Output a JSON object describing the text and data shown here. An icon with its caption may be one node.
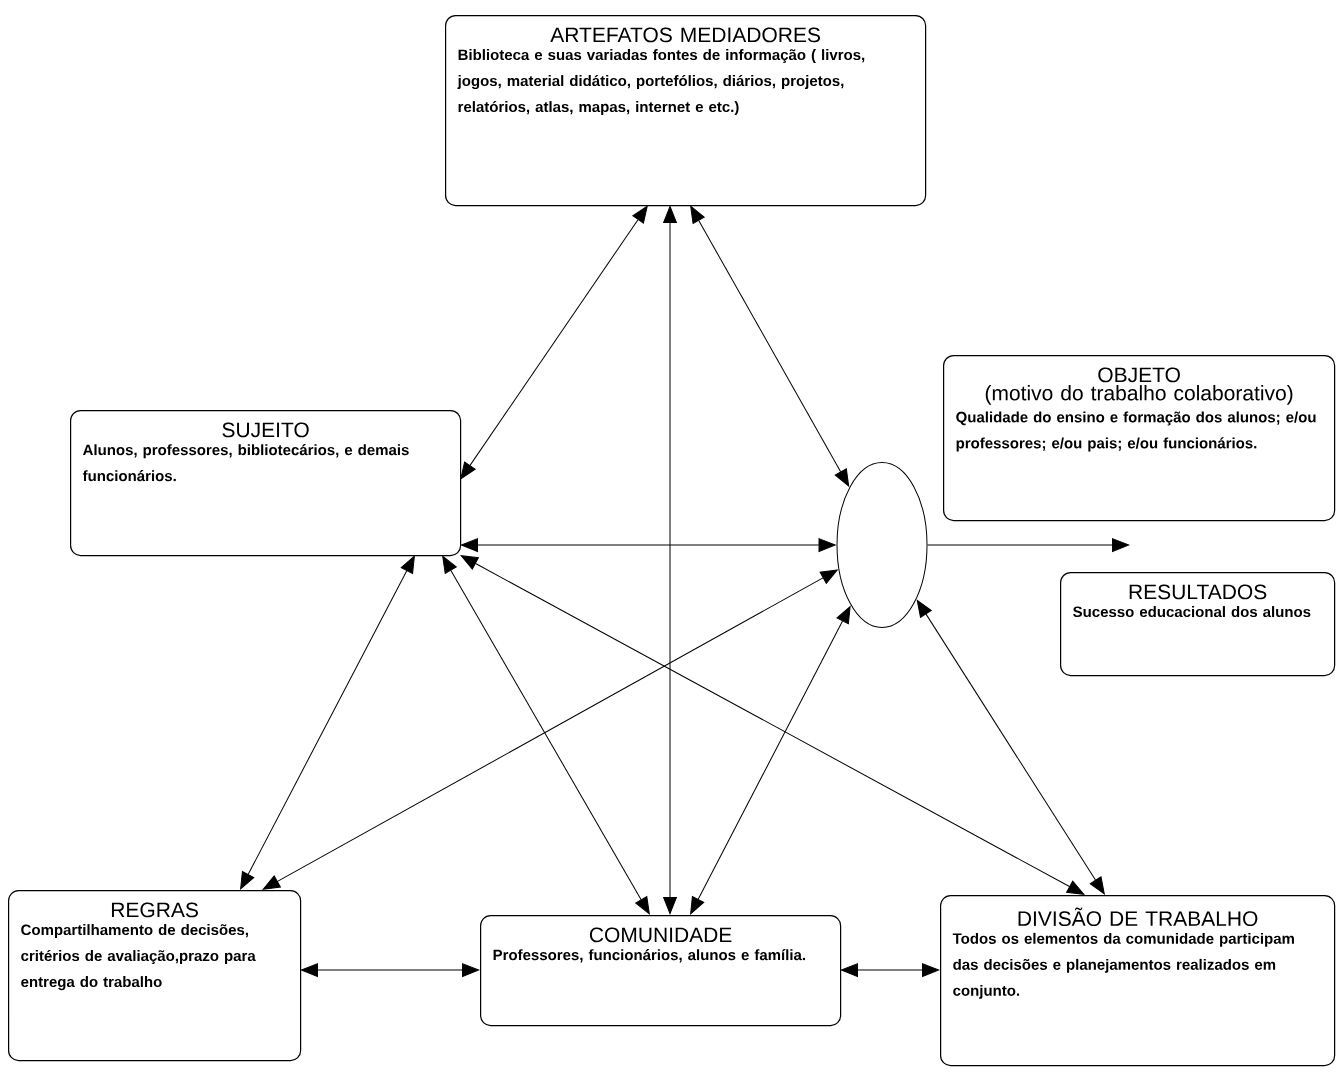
{
  "diagram": {
    "nodes": [
      {
        "text": [
          "ARTEFATOS MEDIADORES",
          "Biblioteca e suas variadas fontes de informação ( livros, jogos, material didático, portefólios, diários, projetos, relatórios, atlas, mapas, internet e etc.)"
        ]
      },
      {
        "text": [
          "SUJEITO",
          "Alunos, professores, bibliotecários, e demais funcionários."
        ]
      },
      {
        "text": [
          "OBJETO",
          "(motivo do trabalho colaborativo)",
          "Qualidade do ensino e formação dos alunos; e/ou professores; e/ou pais; e/ou funcionários."
        ]
      },
      {
        "text": [],
        "shape": "ellipse"
      },
      {
        "text": [
          "RESULTADOS",
          "Sucesso educacional dos alunos"
        ]
      },
      {
        "text": [
          "REGRAS",
          "Compartilhamento de decisões, critérios de avaliação,prazo para entrega do trabalho"
        ]
      },
      {
        "text": [
          "COMUNIDADE",
          "Professores, funcionários, alunos e família."
        ]
      },
      {
        "text": [
          "DIVISÃO DE TRABALHO",
          "Todos os elementos da comunidade participam das decisões e planejamentos realizados em conjunto."
        ]
      }
    ],
    "edges": [
      {
        "from": 0,
        "to": 1,
        "arrow": "both"
      },
      {
        "from": 0,
        "to": 6,
        "arrow": "both"
      },
      {
        "from": 0,
        "to": 3,
        "arrow": "both"
      },
      {
        "from": 1,
        "to": 3,
        "arrow": "both"
      },
      {
        "from": 1,
        "to": 5,
        "arrow": "both"
      },
      {
        "from": 1,
        "to": 6,
        "arrow": "both"
      },
      {
        "from": 1,
        "to": 7,
        "arrow": "both"
      },
      {
        "from": 3,
        "to": 5,
        "arrow": "both"
      },
      {
        "from": 3,
        "to": 6,
        "arrow": "both"
      },
      {
        "from": 3,
        "to": 7,
        "arrow": "both"
      },
      {
        "from": 5,
        "to": 6,
        "arrow": "both"
      },
      {
        "from": 6,
        "to": 7,
        "arrow": "both"
      },
      {
        "from": 3,
        "to": null,
        "arrow": "to"
      }
    ]
  }
}
